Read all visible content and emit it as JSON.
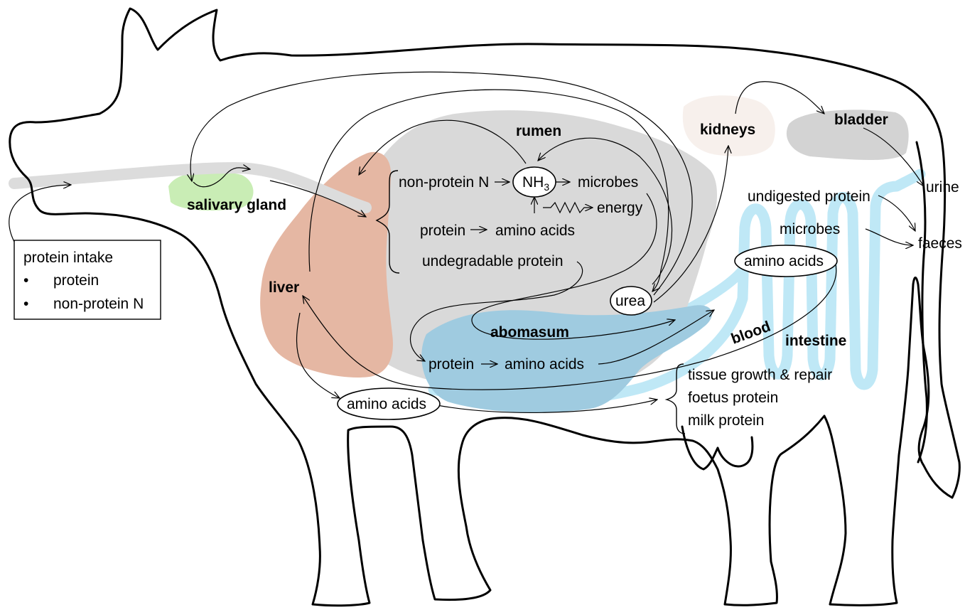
{
  "colors": {
    "tract": "#dcdcdc",
    "rumen": "#d9d9d9",
    "liver": "#e5b7a3",
    "salivary_gland": "#c9edb5",
    "kidneys": "#f7f0ec",
    "bladder": "#d3d3d3",
    "intestine": "#bfe8f6",
    "abomasum": "#9fcbe0",
    "outline": "#000000"
  },
  "icons": [
    "arrow-icon",
    "wavy-arrow-icon",
    "brace-icon",
    "bullet-icon"
  ],
  "intake_box": {
    "title": "protein intake",
    "bullet": "•",
    "items": [
      "protein",
      "non-protein N"
    ]
  },
  "organs": {
    "salivary_gland": "salivary gland",
    "liver": "liver",
    "rumen": "rumen",
    "abomasum": "abomasum",
    "kidneys": "kidneys",
    "bladder": "bladder",
    "blood": "blood",
    "intestine": "intestine"
  },
  "rumen_processes": {
    "non_protein_n": "non-protein N",
    "nh3_base": "NH",
    "nh3_sub": "3",
    "microbes": "microbes",
    "energy": "energy",
    "protein": "protein",
    "amino_acids": "amino acids",
    "undegradable": "undegradable protein"
  },
  "abomasum_process": {
    "protein": "protein",
    "amino_acids": "amino acids"
  },
  "urea": "urea",
  "intestine_amino_acids": "amino acids",
  "liver_amino_acids": "amino acids",
  "outputs": {
    "urine": "urine",
    "faeces": "faeces",
    "undigested_protein": "undigested protein",
    "microbes": "microbes"
  },
  "uses": [
    "tissue growth & repair",
    "foetus protein",
    "milk protein"
  ]
}
